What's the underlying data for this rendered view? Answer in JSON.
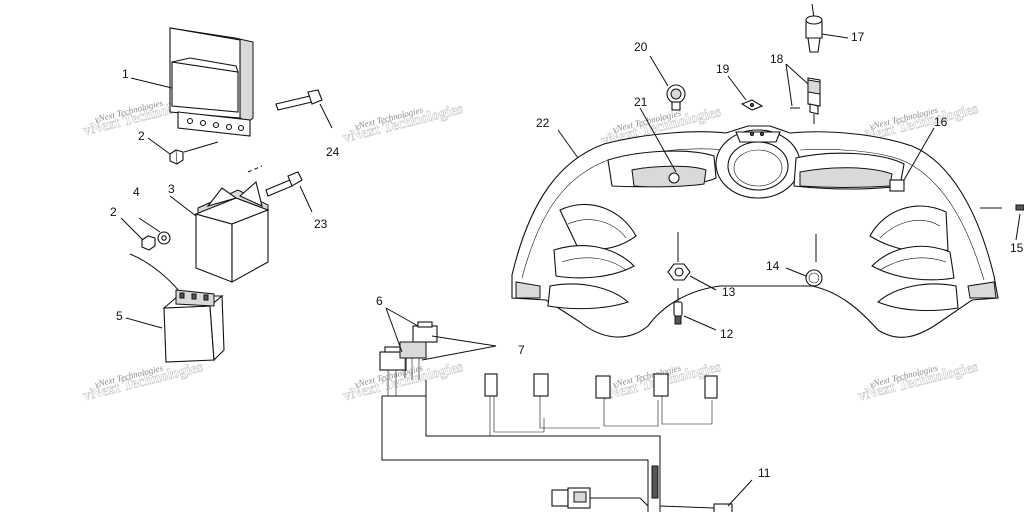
{
  "callouts": {
    "c1": "1",
    "c2a": "2",
    "c2b": "2",
    "c3": "3",
    "c4": "4",
    "c5": "5",
    "c6": "6",
    "c7": "7",
    "c11": "11",
    "c12": "12",
    "c13": "13",
    "c14": "14",
    "c15": "15",
    "c16": "16",
    "c17": "17",
    "c18": "18",
    "c19": "19",
    "c20": "20",
    "c21": "21",
    "c22": "22",
    "c23": "23",
    "c24": "24"
  },
  "watermark": {
    "text": "vNext Technologies"
  }
}
